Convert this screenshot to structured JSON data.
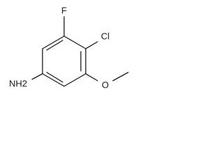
{
  "molecule": {
    "atoms": {
      "fluorine": "F",
      "chlorine": "Cl",
      "oxygen": "O",
      "amine": "NH2"
    }
  }
}
